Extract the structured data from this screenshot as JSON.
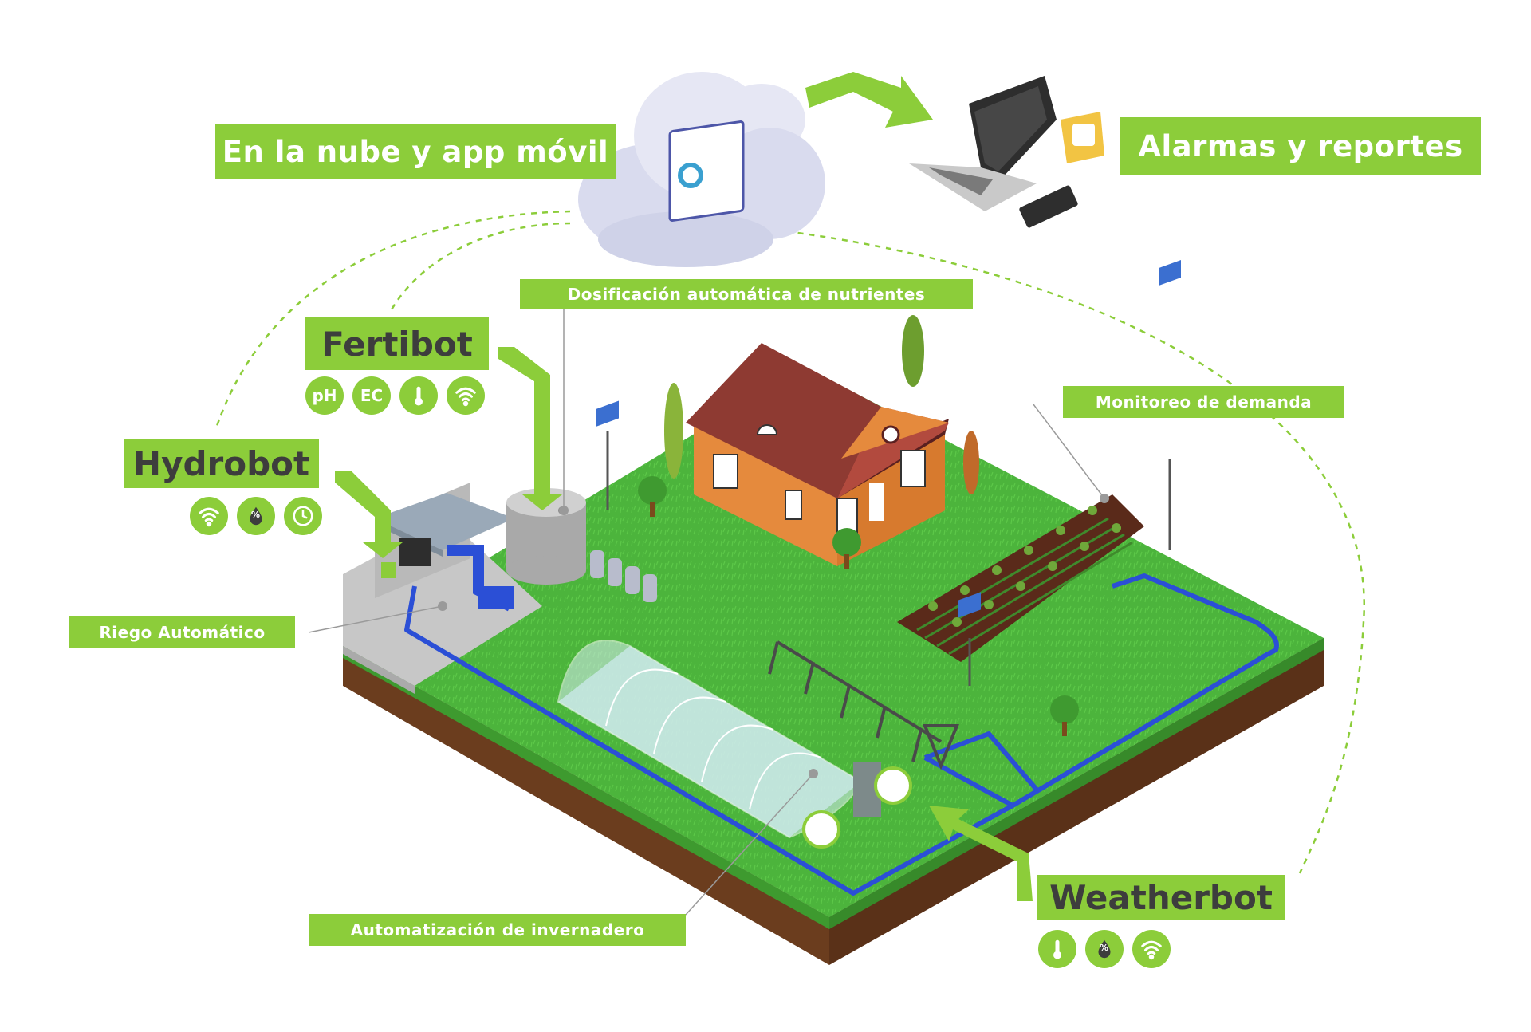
{
  "labels": {
    "cloud": "En la nube y app móvil",
    "alarms": "Alarmas y reportes",
    "dosing": "Dosificación automática de nutrientes",
    "monitoring": "Monitoreo de demanda",
    "irrigation": "Riego Automático",
    "greenhouse": "Automatización de invernadero"
  },
  "products": [
    {
      "name": "Fertibot",
      "icons": [
        "pH",
        "EC",
        "thermometer-icon",
        "wifi-icon"
      ]
    },
    {
      "name": "Hydrobot",
      "icons": [
        "wifi-icon",
        "humidity-drop-icon",
        "clock-icon"
      ]
    },
    {
      "name": "Weatherbot",
      "icons": [
        "thermometer-icon",
        "humidity-drop-icon",
        "wifi-icon"
      ]
    }
  ],
  "icon_texts": {
    "ph": "pH",
    "ec": "EC",
    "humidity": "%"
  },
  "colors": {
    "accent_green": "#8ccd3a",
    "grass": "#4cb43c",
    "soil": "#6b3d1e",
    "pipe_blue": "#2b4fd6",
    "roof": "#8e3a32",
    "house_wall": "#e58a3d",
    "cloud": "#d9dbee",
    "product_text": "#3d3d3d"
  }
}
